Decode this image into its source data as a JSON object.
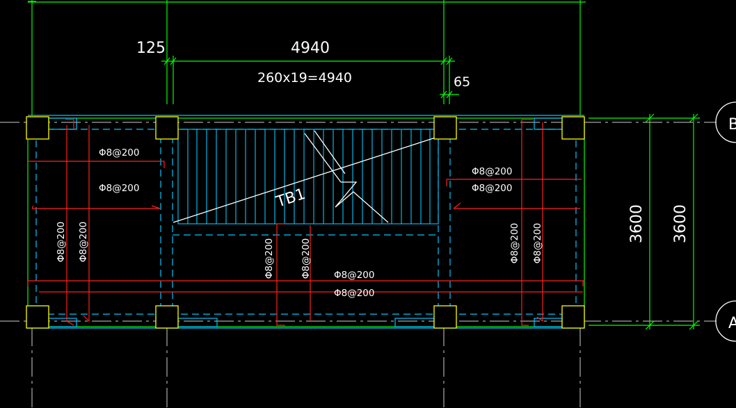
{
  "colors": {
    "background": "#000000",
    "axis_grid": "#00ff00",
    "dimension": "#00ff00",
    "slab_outline": "#00c8ff",
    "rebar": "#ff2020",
    "column": "#ffff00",
    "text": "#ffffff"
  },
  "dimensions": {
    "left_offset": "125",
    "span_total": "4940",
    "tread_calc": "260x19=4940",
    "right_offset": "65",
    "depth_inner": "3600",
    "depth_outer": "3600"
  },
  "stair_label": "TB1",
  "rebar_labels": {
    "left_top_1": "Φ8@200",
    "left_top_2": "Φ8@200",
    "right_top_1": "Φ8@200",
    "right_top_2": "Φ8@200",
    "left_vert_1": "Φ8@200",
    "left_vert_2": "Φ8@200",
    "mid_vert_1": "Φ8@200",
    "mid_vert_2": "Φ8@200",
    "right_vert_1": "Φ8@200",
    "right_vert_2": "Φ8@200",
    "bottom_1": "Φ8@200",
    "bottom_2": "Φ8@200"
  },
  "axis_bubbles": {
    "top": "B",
    "bottom": "A"
  }
}
